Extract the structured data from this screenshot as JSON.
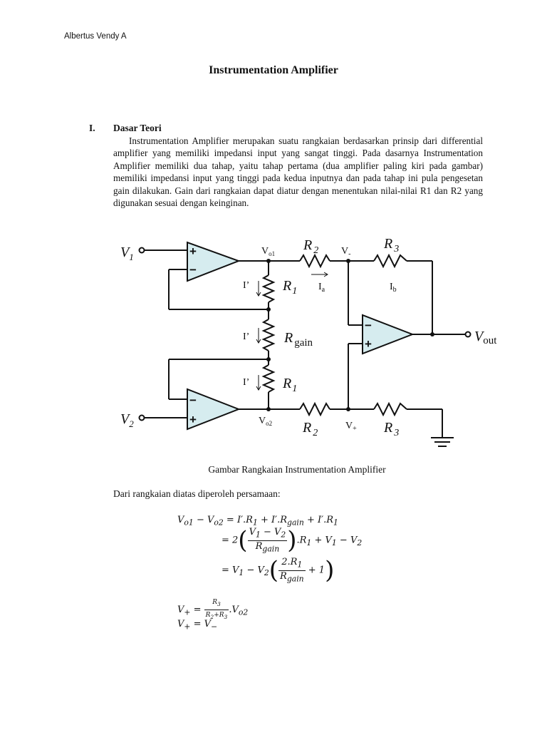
{
  "author": "Albertus Vendy A",
  "title": "Instrumentation Amplifier",
  "section": {
    "number": "I.",
    "title": "Dasar Teori",
    "paragraph": "Instrumentation Amplifier merupakan suatu rangkaian berdasarkan prinsip dari differential amplifier yang memiliki impedansi input yang sangat tinggi. Pada dasarnya Instrumentation Amplifier memiliki dua tahap, yaitu tahap pertama (dua amplifier paling kiri pada gambar) memiliki impedansi input yang tinggi pada kedua inputnya dan pada tahap ini pula pengesetan gain dilakukan. Gain dari rangkaian dapat diatur dengan menentukan nilai-nilai R1 dan R2 yang digunakan sesuai dengan keinginan."
  },
  "figure": {
    "labels": {
      "v1": "V",
      "v1_sub": "1",
      "v2": "V",
      "v2_sub": "2",
      "vo1": "V",
      "vo1_sub": "o1",
      "vo2": "V",
      "vo2_sub": "o2",
      "vminus": "V",
      "vminus_sub": "-",
      "vplus": "V",
      "vplus_sub": "+",
      "vout": "V",
      "vout_sub": "out",
      "r2_top": "R",
      "r2_top_sub": "2",
      "r3_top": "R",
      "r3_top_sub": "3",
      "r2_bot": "R",
      "r2_bot_sub": "2",
      "r3_bot": "R",
      "r3_bot_sub": "3",
      "r1_top": "R",
      "r1_top_sub": "1",
      "r1_bot": "R",
      "r1_bot_sub": "1",
      "rgain": "R",
      "rgain_sub": "gain",
      "i_prime_1": "I’",
      "i_prime_2": "I’",
      "i_prime_3": "I’",
      "ia": "I",
      "ia_sub": "a",
      "ib": "I",
      "ib_sub": "b",
      "plus": "+",
      "minus": "−"
    },
    "caption": "Gambar Rangkaian Instrumentation Amplifier"
  },
  "equations_intro": "Dari rangkaian diatas diperoleh persamaan:",
  "equations": {
    "line1": "V_o1 − V_o2 = I′.R_1 + I′.R_gain + I′.R_1",
    "line2": "= 2((V_1 − V_2)/R_gain).R_1 + V_1 − V_2",
    "line3": "= V_1 − V_2((2.R_1)/R_gain + 1)",
    "line4": "V_+ = R_3/(R_2+R_3).V_o2",
    "line5": "V_+ = V_−"
  }
}
